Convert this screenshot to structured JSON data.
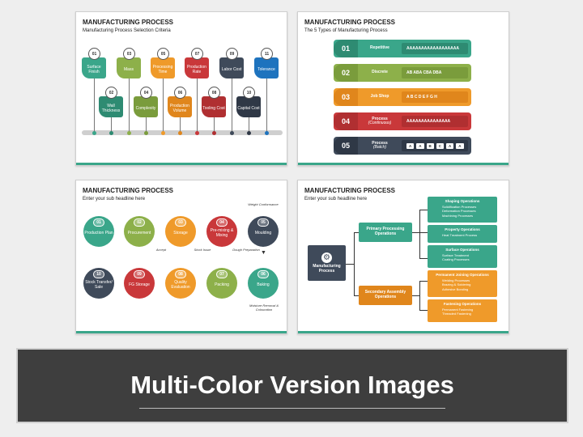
{
  "colors": {
    "teal": "#3aa68a",
    "green": "#8db04a",
    "orange": "#ef9a2a",
    "red": "#c9383a",
    "navy": "#3f4a5a",
    "blue": "#1e73be"
  },
  "slide1": {
    "title": "MANUFACTURING PROCESS",
    "subtitle": "Manufacturing Process Selection Criteria",
    "top": [
      {
        "num": "01",
        "label": "Surface Finish"
      },
      {
        "num": "03",
        "label": "Mass"
      },
      {
        "num": "05",
        "label": "Processing Time"
      },
      {
        "num": "07",
        "label": "Production Rate"
      },
      {
        "num": "09",
        "label": "Labor Cost"
      },
      {
        "num": "11",
        "label": "Tolerance"
      }
    ],
    "bottom": [
      {
        "num": "02",
        "label": "Wall Thickness"
      },
      {
        "num": "04",
        "label": "Complexity"
      },
      {
        "num": "06",
        "label": "Production Volume"
      },
      {
        "num": "08",
        "label": "Tooling Cost"
      },
      {
        "num": "10",
        "label": "Capital Cost"
      }
    ]
  },
  "slide2": {
    "title": "MANUFACTURING PROCESS",
    "subtitle": "The 5 Types of Manufacturing Process",
    "rows": [
      {
        "num": "01",
        "label": "Repetitive",
        "sub": "",
        "bar": "AAAAAAAAAAAAAAAAAA"
      },
      {
        "num": "02",
        "label": "Discrete",
        "sub": "",
        "bar": "AB ABA CBA DBA"
      },
      {
        "num": "03",
        "label": "Job Shop",
        "sub": "",
        "bar": "A B C D E F G H"
      },
      {
        "num": "04",
        "label": "Process",
        "sub": "(Continuous)",
        "bar": "AAAAAAAAAAAAAAA"
      },
      {
        "num": "05",
        "label": "Process",
        "sub": "(Batch)",
        "chips": [
          "A",
          "A",
          "B",
          "C",
          "A",
          "A"
        ]
      }
    ]
  },
  "slide3": {
    "title": "MANUFACTURING PROCESS",
    "subtitle": "Enter your sub headline here",
    "top": [
      {
        "num": "01",
        "label": "Production Plan"
      },
      {
        "num": "02",
        "label": "Procurement"
      },
      {
        "num": "03",
        "label": "Storage"
      },
      {
        "num": "04",
        "label": "Pre-mixing & Mixing"
      },
      {
        "num": "05",
        "label": "Moulding"
      }
    ],
    "bottom": [
      {
        "num": "10",
        "label": "Stock Transfer/ Sale"
      },
      {
        "num": "09",
        "label": "FG Storage"
      },
      {
        "num": "08",
        "label": "Quality Evaluation"
      },
      {
        "num": "07",
        "label": "Packing"
      },
      {
        "num": "06",
        "label": "Baking"
      }
    ],
    "notes": {
      "weight": "Weight Conformance",
      "accept": "Accept",
      "stock": "Stock Issue",
      "dough": "Dough Preparation",
      "moisture": "Moisture Removal & Colouration"
    }
  },
  "slide4": {
    "title": "MANUFACTURING PROCESS",
    "subtitle": "Enter your sub headline here",
    "root": "Manufacturing Process",
    "primary": "Primary Processing Operations",
    "secondary": "Secondary Assembly Operations",
    "groups": [
      {
        "title": "Shaping Operations",
        "items": [
          "Solidification Processes",
          "Deformation Processes",
          "Machining Processes"
        ]
      },
      {
        "title": "Property Operations",
        "items": [
          "Heat Treatment Process"
        ]
      },
      {
        "title": "Surface Operations",
        "items": [
          "Surface Treatment",
          "Coating Processes"
        ]
      },
      {
        "title": "Permanent Joining Operations",
        "items": [
          "Welding Processes",
          "Brazing & Soldering",
          "Adhesive Bonding"
        ]
      },
      {
        "title": "Fastening Operations",
        "items": [
          "Permanent Fastening",
          "Threaded Fastening"
        ]
      }
    ]
  },
  "banner": {
    "title": "Multi-Color Version Images"
  }
}
